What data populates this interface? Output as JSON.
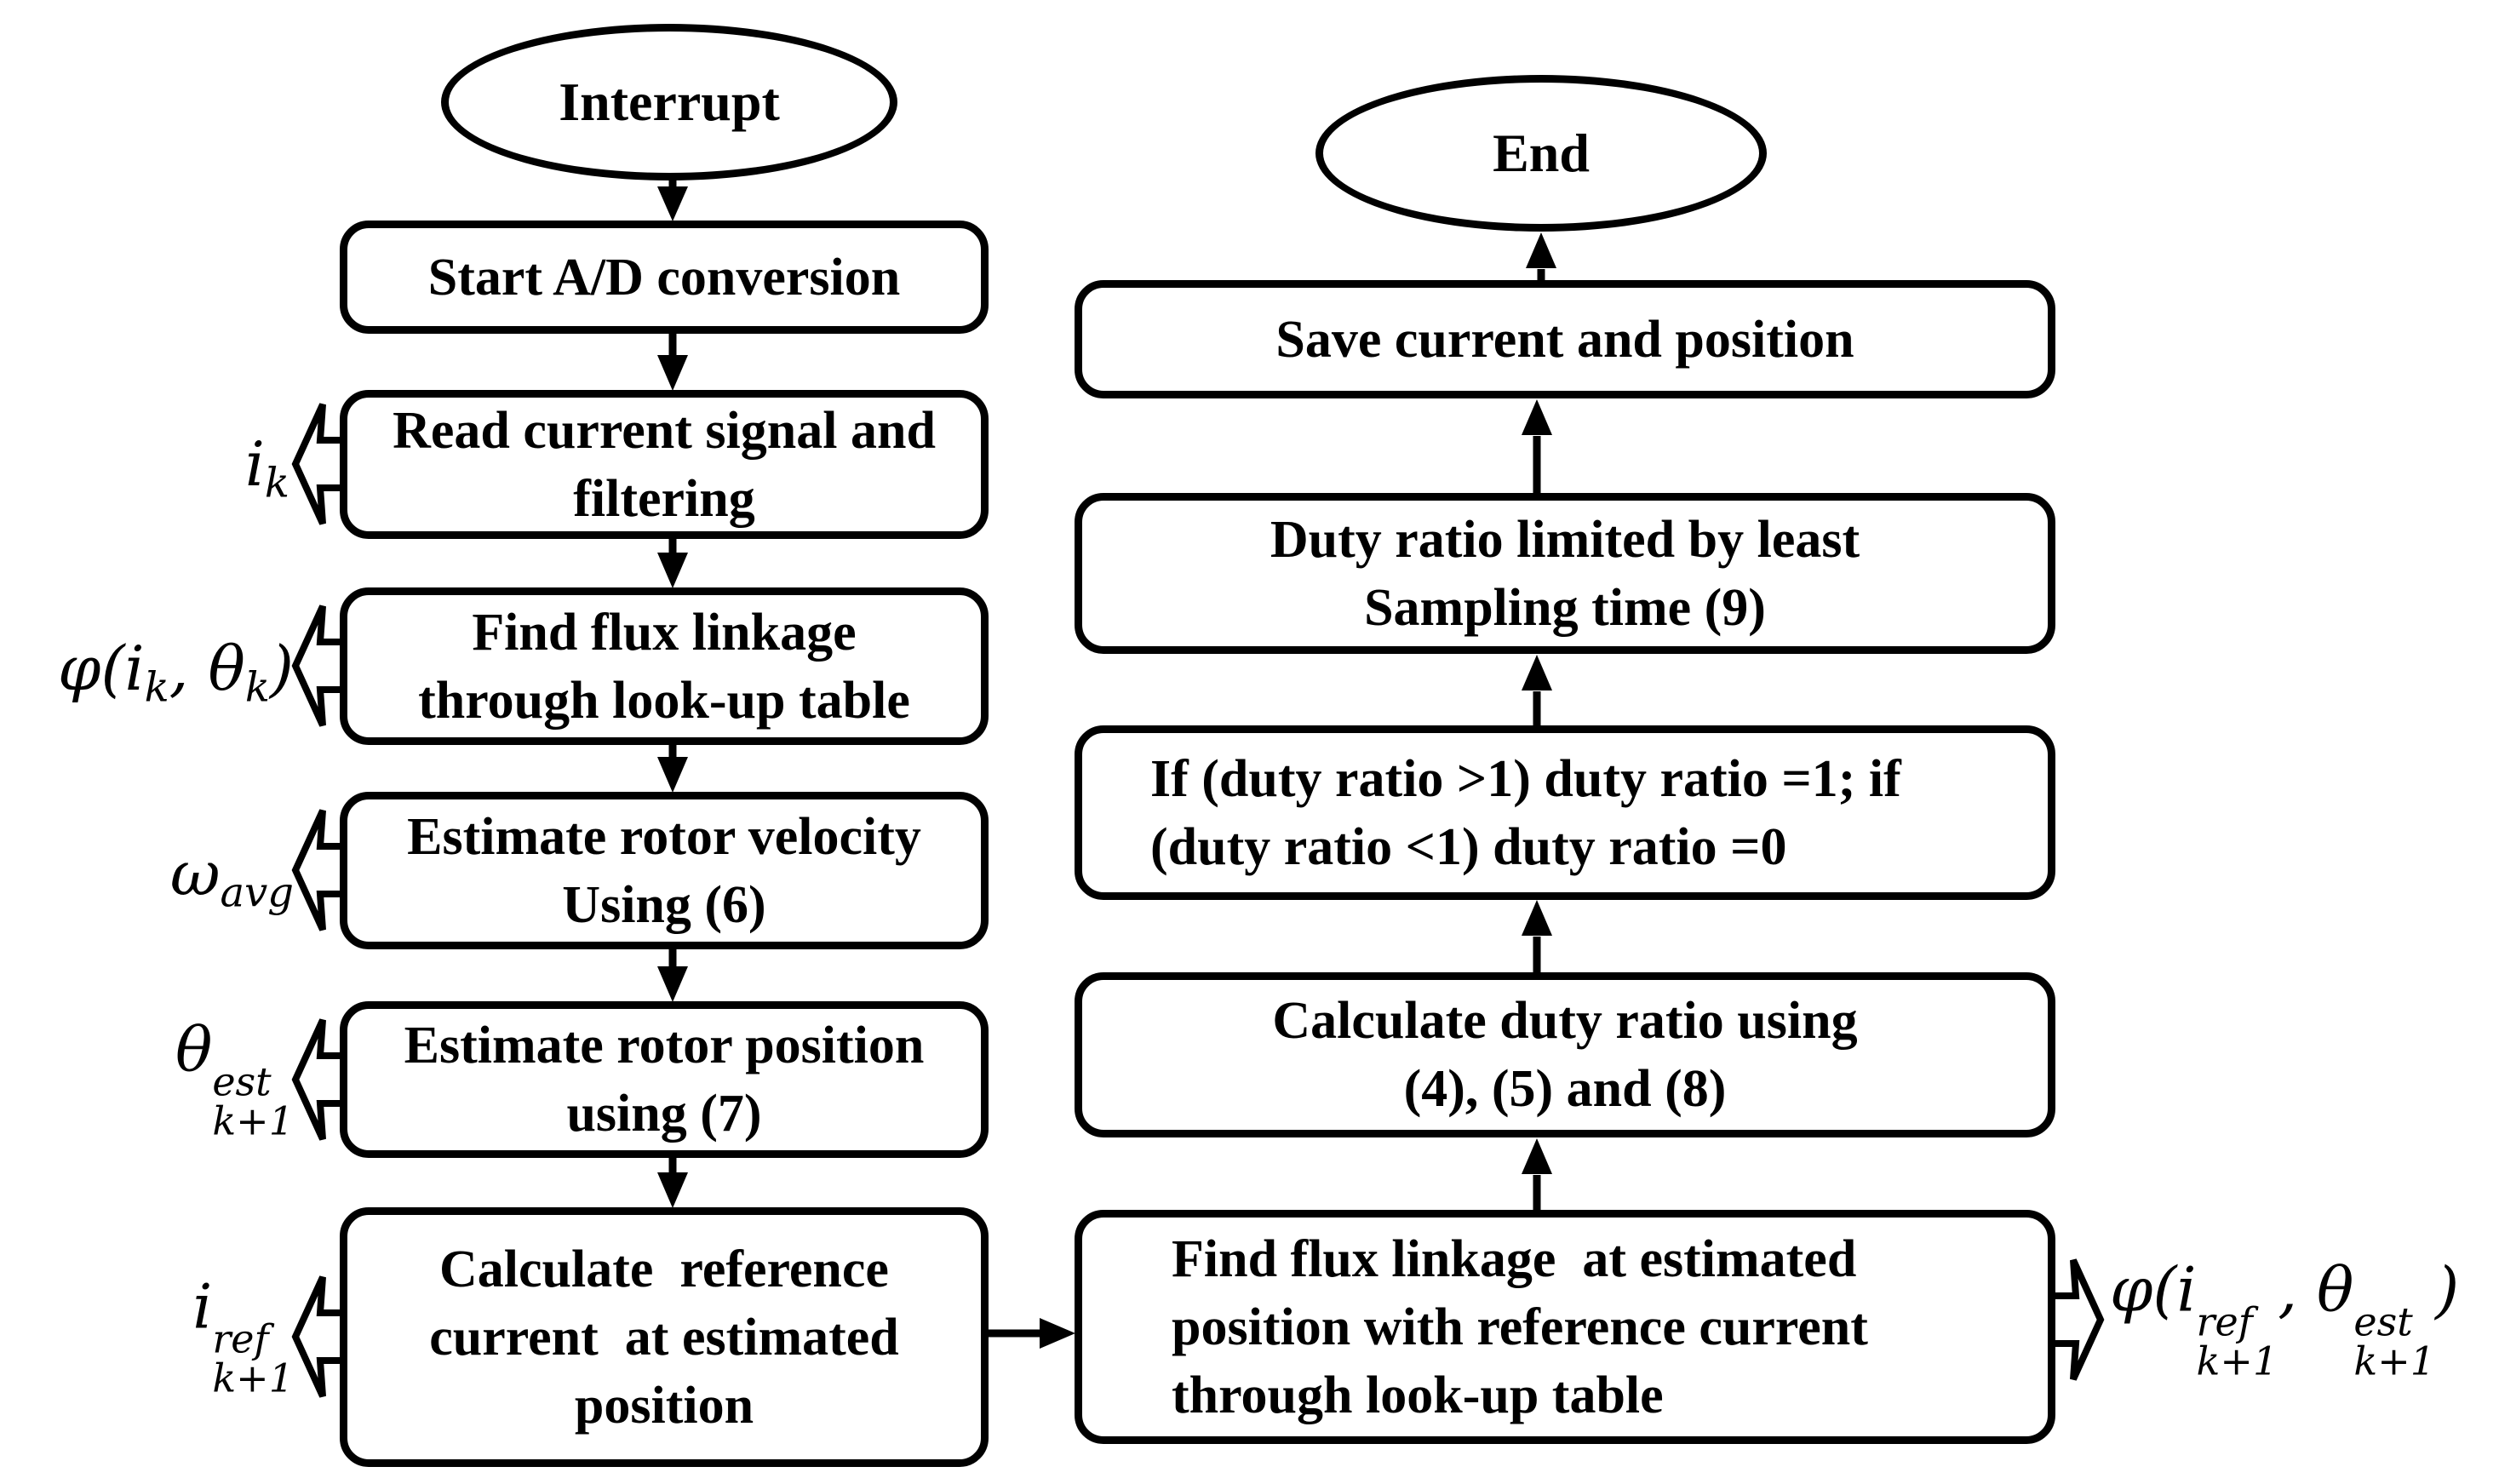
{
  "colors": {
    "ink": "#000000",
    "background": "#ffffff"
  },
  "flowchart": {
    "terminals": {
      "start": "Interrupt",
      "end": "End"
    },
    "nodes": {
      "start_ad": {
        "lines": [
          "Start A/D conversion"
        ]
      },
      "read_current": {
        "lines": [
          "Read current signal and",
          "filtering"
        ]
      },
      "find_flux": {
        "lines": [
          "Find flux linkage",
          "through look-up table"
        ]
      },
      "est_velocity": {
        "lines": [
          "Estimate rotor velocity",
          "Using (6)"
        ]
      },
      "est_position": {
        "lines": [
          "Estimate rotor position",
          "using (7)"
        ]
      },
      "calc_ref_current": {
        "lines": [
          "Calculate  reference",
          "current  at estimated",
          "position"
        ]
      },
      "find_flux_ref": {
        "lines": [
          "Find flux linkage  at estimated",
          "position with reference current",
          "through look-up table"
        ]
      },
      "calc_duty": {
        "lines": [
          "Calculate duty ratio using",
          "(4), (5) and (8)"
        ]
      },
      "clamp_duty": {
        "lines": [
          "If (duty ratio >1) duty ratio =1; if",
          "(duty ratio <1) duty ratio =0"
        ]
      },
      "limit_duty": {
        "lines": [
          "Duty ratio limited by least",
          "Sampling time (9)"
        ]
      },
      "save": {
        "lines": [
          "Save current and position"
        ]
      }
    },
    "signal_labels": {
      "ik": {
        "base": "i",
        "sub": "k"
      },
      "flux_k": {
        "func": "φ(",
        "arg1": "i",
        "arg1_sub": "k",
        "sep": ", ",
        "arg2": "θ",
        "arg2_sub": "k",
        "close": ")"
      },
      "omega_avg": {
        "base": "ω",
        "sub": "avg"
      },
      "theta_est": {
        "base": "θ",
        "sup": "est",
        "sub": "k+1"
      },
      "i_ref": {
        "base": "i",
        "sup": "ref",
        "sub": "k+1"
      },
      "flux_ref": {
        "func": "φ(",
        "arg1": "i",
        "arg1_sup": "ref",
        "arg1_sub": "k+1",
        "sep": ", ",
        "arg2": "θ",
        "arg2_sup": "est",
        "arg2_sub": "k+1",
        "close": ")"
      }
    }
  }
}
